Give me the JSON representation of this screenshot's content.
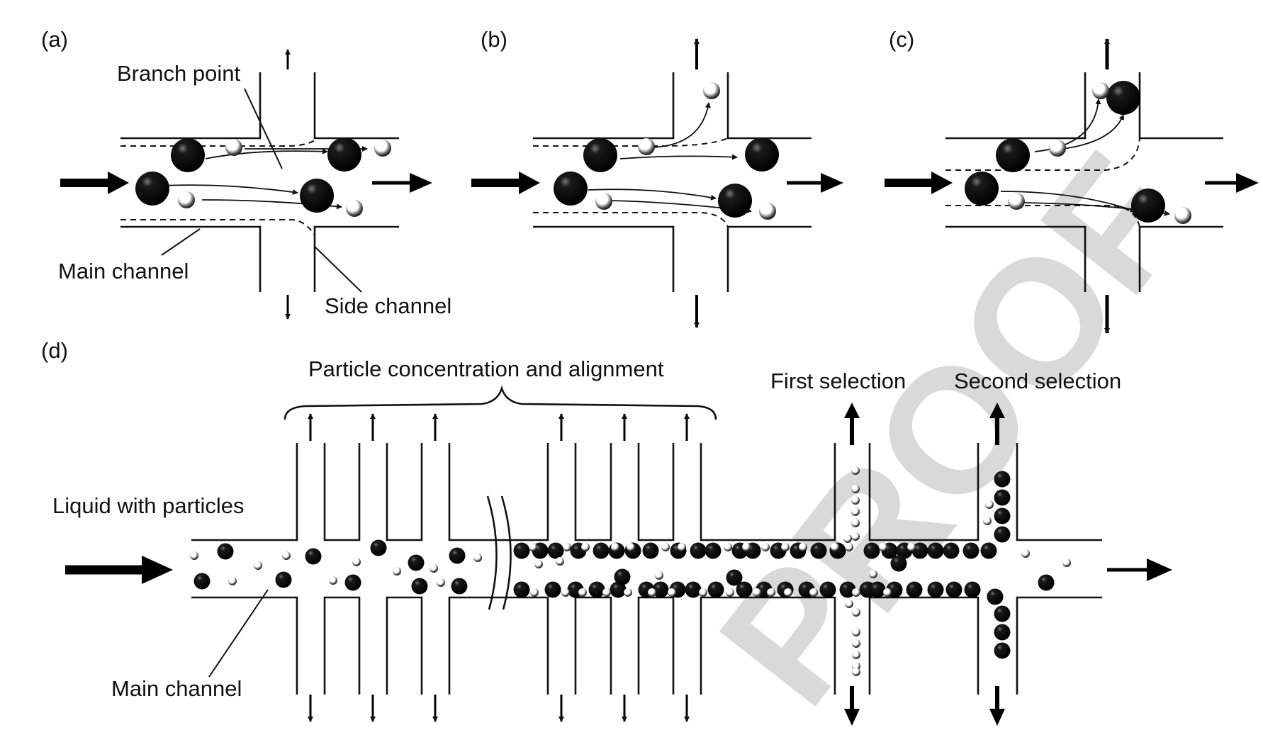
{
  "labels": {
    "panel_a": "(a)",
    "panel_b": "(b)",
    "panel_c": "(c)",
    "panel_d": "(d)",
    "branch_point": "Branch point",
    "main_channel_a": "Main channel",
    "side_channel": "Side channel",
    "concentration": "Particle concentration and alignment",
    "first_selection": "First selection",
    "second_selection": "Second selection",
    "liquid_with_particles": "Liquid with particles",
    "main_channel_d": "Main channel"
  },
  "watermark": {
    "text": "PROOF",
    "color": "#d9d9d9"
  },
  "colors": {
    "line": "#111111",
    "particle_large": "#000000",
    "particle_small_fill": "#ffffff"
  }
}
